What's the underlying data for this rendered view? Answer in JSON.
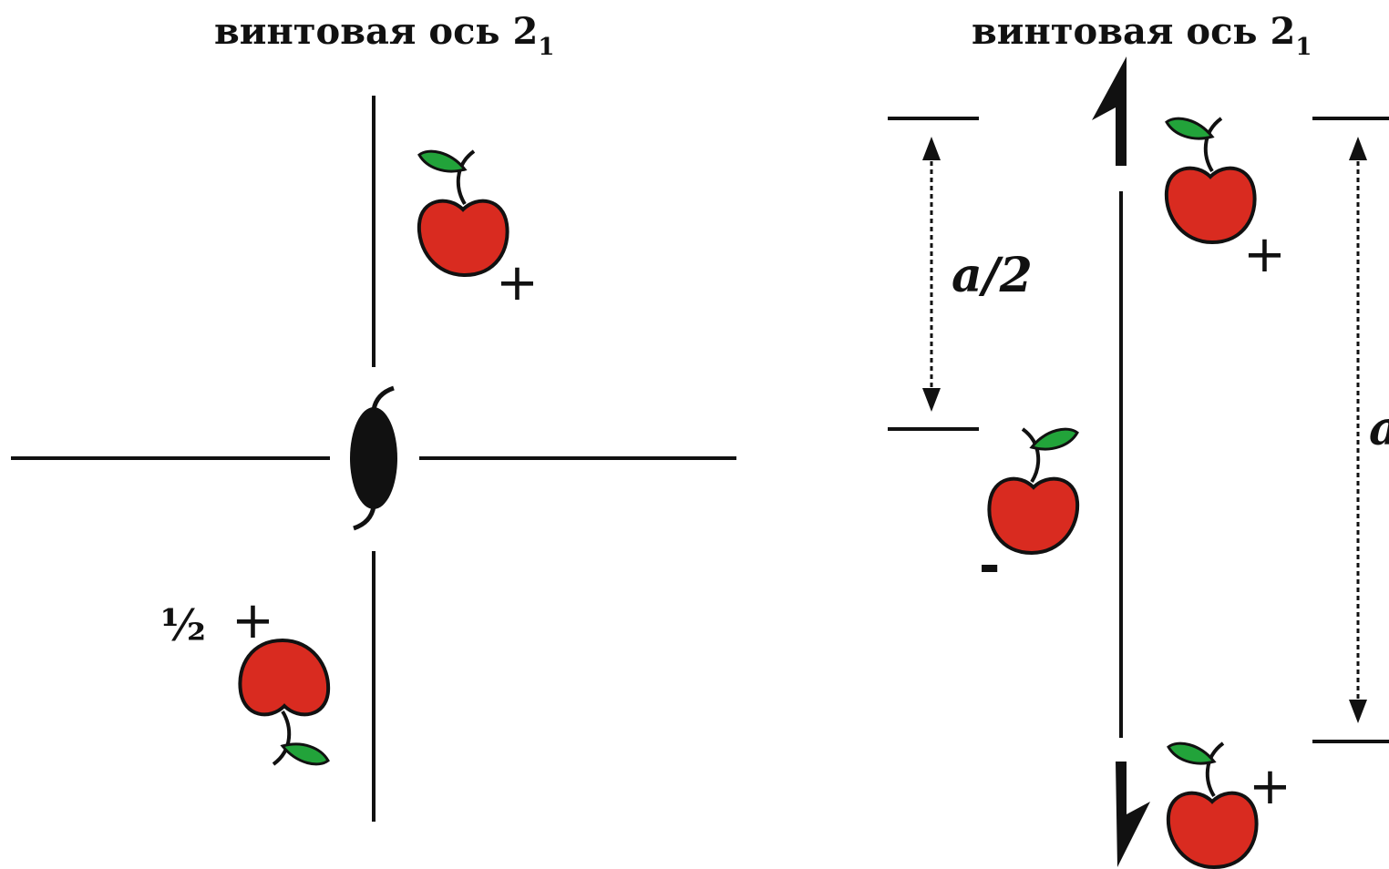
{
  "left_panel": {
    "title": "винтовая ось 2",
    "title_subscript": "1",
    "upper_apple_sign": "+",
    "lower_apple_fraction": "½",
    "lower_apple_sign": "+"
  },
  "right_panel": {
    "title": "винтовая ось 2",
    "title_subscript": "1",
    "half_translation_label": "a/2",
    "full_translation_label": "a",
    "top_apple_sign": "+",
    "middle_apple_sign": "-",
    "bottom_apple_sign": "+"
  },
  "colors": {
    "apple": "#d92b20",
    "leaf": "#22a33a",
    "ink": "#111111"
  },
  "icons": [
    "apple-icon",
    "two-fold-screw-axis-symbol",
    "half-arrow-up",
    "half-arrow-down"
  ]
}
